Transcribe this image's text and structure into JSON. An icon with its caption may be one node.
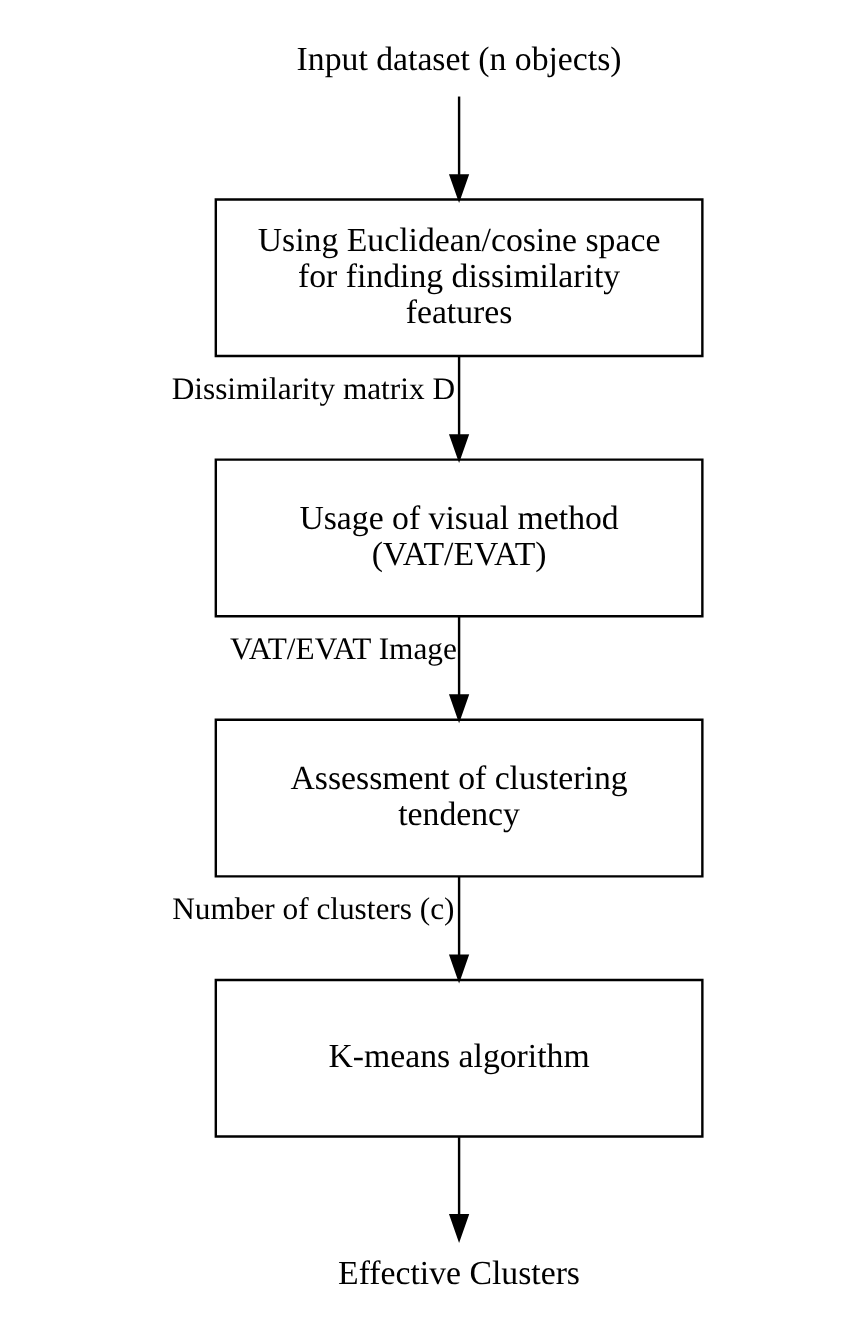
{
  "diagram": {
    "nodes": [
      {
        "text": [
          "Input dataset (n objects)"
        ]
      },
      {
        "text": [
          "Using Euclidean/cosine space for finding dissimilarity features"
        ]
      },
      {
        "text": [
          "Usage of visual method (VAT/EVAT)"
        ]
      },
      {
        "text": [
          "Assessment of clustering tendency"
        ]
      },
      {
        "text": [
          "K-means algorithm"
        ]
      },
      {
        "text": [
          "Effective Clusters"
        ]
      }
    ],
    "edges": [
      {
        "from": 0,
        "to": 1,
        "arrow": "to"
      },
      {
        "from": 1,
        "to": 2,
        "arrow": "to",
        "label": "Dissimilarity matrix D"
      },
      {
        "from": 2,
        "to": 3,
        "arrow": "to",
        "label": "VAT/EVAT Image"
      },
      {
        "from": 3,
        "to": 4,
        "arrow": "to",
        "label": "Number of clusters (c)"
      },
      {
        "from": 4,
        "to": 5,
        "arrow": "to"
      }
    ]
  }
}
